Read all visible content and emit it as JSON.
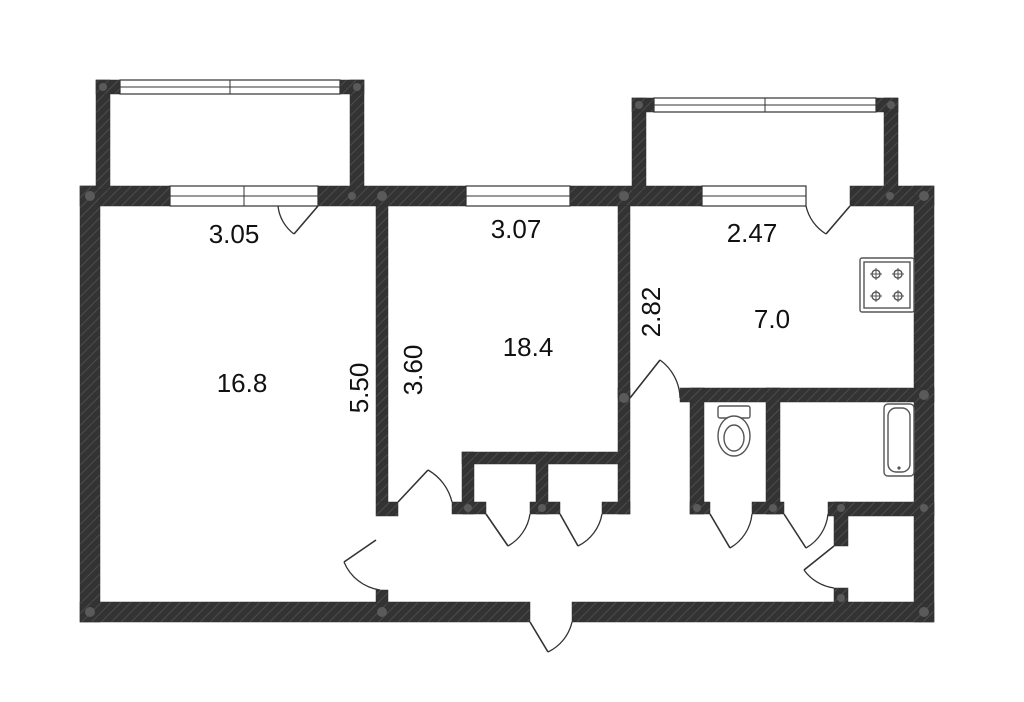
{
  "rooms": {
    "room_left": {
      "area": "16.8",
      "width": "3.05",
      "length": "5.50"
    },
    "room_middle": {
      "area": "18.4",
      "width": "3.07",
      "length": "3.60"
    },
    "kitchen": {
      "area": "7.0",
      "width": "2.47",
      "length": "2.82"
    }
  },
  "icons": {
    "stove": "stove-icon",
    "toilet": "toilet-icon",
    "bathtub": "bathtub-icon"
  },
  "colors": {
    "wall": "#333333",
    "background": "#ffffff"
  }
}
